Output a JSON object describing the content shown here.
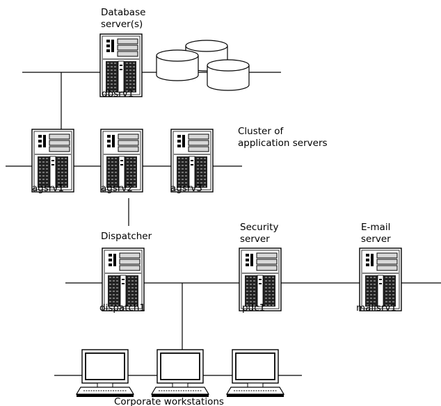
{
  "diagram": {
    "headings": {
      "database_line1": "Database",
      "database_line2": "server(s)",
      "cluster_line1": "Cluster of",
      "cluster_line2": "application servers",
      "dispatcher": "Dispatcher",
      "security_line1": "Security",
      "security_line2": "server",
      "email_line1": "E-mail",
      "email_line2": "server",
      "workstations": "Corporate workstations"
    },
    "servers": {
      "dbsrv1": "dbsrv1",
      "agsrv1": "agsrv1",
      "agsrv2": "agsrv2",
      "agsrv3": "agsrv3",
      "dispatch1": "dispatch1",
      "pdc1": "pdc1",
      "mailsrv1": "mailsrv1"
    }
  }
}
